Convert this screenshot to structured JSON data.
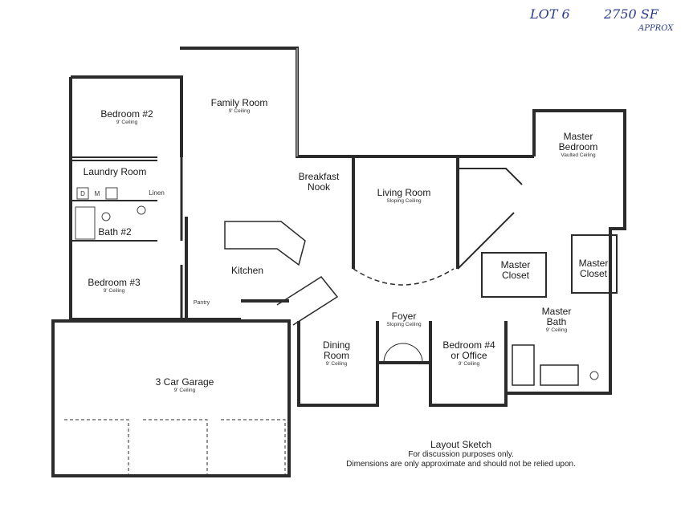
{
  "handwritten_note": {
    "lot": "LOT 6",
    "area": "2750 SF",
    "approx": "APPROX"
  },
  "rooms": {
    "bedroom2": {
      "name": "Bedroom #2",
      "ceiling": "9' Ceiling"
    },
    "family_room": {
      "name": "Family Room",
      "ceiling": "9' Ceiling"
    },
    "laundry": {
      "name": "Laundry Room",
      "fixture_labels": [
        "M",
        "D"
      ],
      "linen": "Linen"
    },
    "bath2": {
      "name": "Bath #2"
    },
    "bedroom3": {
      "name": "Bedroom #3",
      "ceiling": "9' Ceiling"
    },
    "kitchen": {
      "name": "Kitchen",
      "pantry": "Pantry"
    },
    "breakfast_nook": {
      "line1": "Breakfast",
      "line2": "Nook"
    },
    "living_room": {
      "name": "Living Room",
      "ceiling": "Sloping Ceiling"
    },
    "master_bedroom": {
      "line1": "Master",
      "line2": "Bedroom",
      "ceiling": "Vaulted Ceiling"
    },
    "master_closet_left": {
      "line1": "Master",
      "line2": "Closet"
    },
    "master_closet_right": {
      "line1": "Master",
      "line2": "Closet"
    },
    "master_bath": {
      "line1": "Master",
      "line2": "Bath",
      "ceiling": "9' Ceiling"
    },
    "foyer": {
      "name": "Foyer",
      "ceiling": "Sloping Ceiling"
    },
    "dining_room": {
      "line1": "Dining",
      "line2": "Room",
      "ceiling": "9' Ceiling"
    },
    "bedroom4": {
      "line1": "Bedroom #4",
      "line2": "or Office",
      "ceiling": "9' Ceiling"
    },
    "garage": {
      "name": "3 Car Garage",
      "ceiling": "9' Ceiling"
    }
  },
  "sketch_note": {
    "title": "Layout Sketch",
    "line1": "For discussion purposes only.",
    "line2": "Dimensions are only approximate and should not be relied upon."
  }
}
